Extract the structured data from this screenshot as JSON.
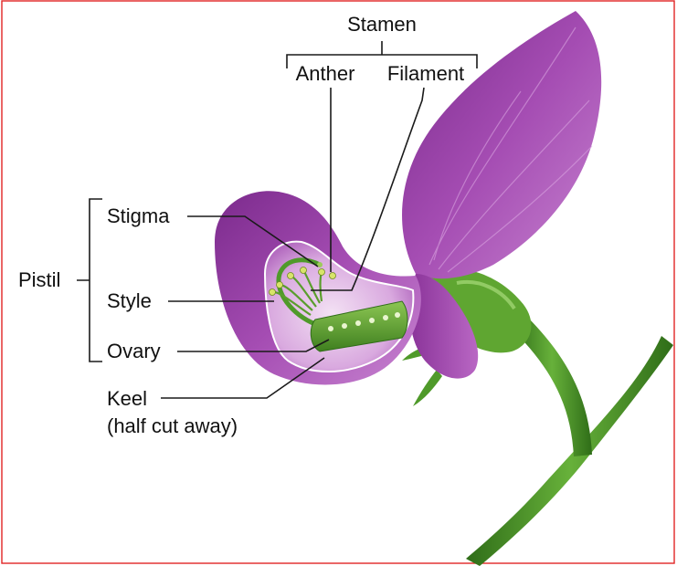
{
  "labels": {
    "stamen": "Stamen",
    "anther": "Anther",
    "filament": "Filament",
    "stigma": "Stigma",
    "pistil": "Pistil",
    "style": "Style",
    "ovary": "Ovary",
    "keel_line1": "Keel",
    "keel_line2": "(half cut away)"
  },
  "colors": {
    "frame": "#e02424",
    "petal": "#9b3fa8",
    "petal_light": "#c77fd0",
    "keel_inner": "#e6c7ea",
    "stem": "#4f9a2a",
    "stem_dark": "#2f6d18",
    "ovary": "#6aa82f"
  }
}
